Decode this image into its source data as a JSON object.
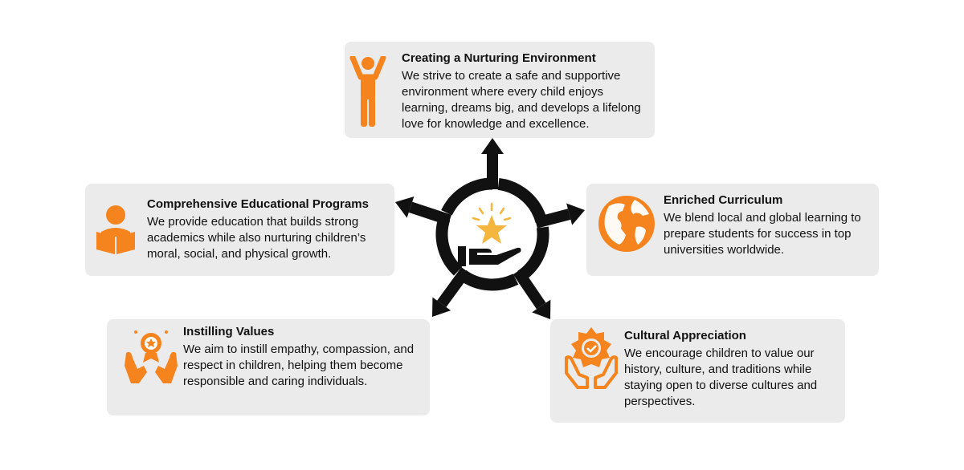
{
  "colors": {
    "accent": "#f5841f",
    "box": "#ebebeb",
    "star": "#f4b63f",
    "ink": "#111111"
  },
  "center": {
    "icon": "hand-holding-star-icon"
  },
  "items": [
    {
      "title": "Creating a Nurturing Environment",
      "body": "We strive to create a safe and supportive environment where every child enjoys learning, dreams big, and develops a lifelong love for knowledge and excellence.",
      "icon": "person-arms-raised-icon"
    },
    {
      "title": "Comprehensive Educational Programs",
      "body": "We provide education that builds strong academics while also nurturing children’s moral, social, and physical growth.",
      "icon": "student-reading-icon"
    },
    {
      "title": "Enriched Curriculum",
      "body": "We blend local and global learning to prepare students for success in top universities worldwide.",
      "icon": "globe-icon"
    },
    {
      "title": "Instilling Values",
      "body": "We aim to instill empathy, compassion, and respect in children, helping them become responsible and caring individuals.",
      "icon": "hands-medal-icon"
    },
    {
      "title": "Cultural Appreciation",
      "body": "We encourage children to value our history, culture, and traditions while staying open to diverse cultures and perspectives.",
      "icon": "hands-badge-check-icon"
    }
  ]
}
